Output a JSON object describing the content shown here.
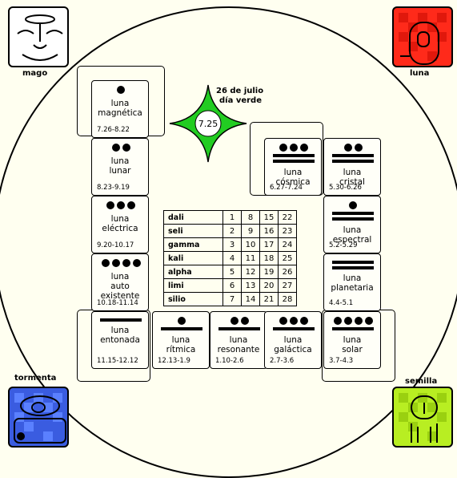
{
  "center_date": {
    "line1": "26 de julio",
    "line2": "día verde"
  },
  "star_value": "7.25",
  "colors": {
    "green": "#22cc22",
    "red": "#ff2a1a",
    "blue": "#3a5ce0",
    "yellow": "#b8ee22",
    "background": "#fffff0"
  },
  "corners": [
    {
      "label": "mago",
      "icon": "mago-glyph",
      "color": "#ffffff"
    },
    {
      "label": "luna",
      "icon": "luna-glyph",
      "color": "#ff2a1a"
    },
    {
      "label": "tormenta",
      "icon": "tormenta-glyph",
      "color": "#3a5ce0"
    },
    {
      "label": "semilla",
      "icon": "semilla-glyph",
      "color": "#b8ee22"
    }
  ],
  "moons": [
    {
      "name": "luna\nmagnética",
      "dates": "7.26-8.22",
      "dots": 1,
      "bars": 0
    },
    {
      "name": "luna\nlunar",
      "dates": "8.23-9.19",
      "dots": 2,
      "bars": 0
    },
    {
      "name": "luna\neléctrica",
      "dates": "9.20-10.17",
      "dots": 3,
      "bars": 0
    },
    {
      "name": "luna\nauto\nexistente",
      "dates": "10.18-11.14",
      "dots": 4,
      "bars": 0
    },
    {
      "name": "luna\nentonada",
      "dates": "11.15-12.12",
      "dots": 0,
      "bars": 1
    },
    {
      "name": "luna\nrítmica",
      "dates": "12.13-1.9",
      "dots": 1,
      "bars": 1
    },
    {
      "name": "luna\nresonante",
      "dates": "1.10-2.6",
      "dots": 2,
      "bars": 1
    },
    {
      "name": "luna\ngaláctica",
      "dates": "2.7-3.6",
      "dots": 3,
      "bars": 1
    },
    {
      "name": "luna\nsolar",
      "dates": "3.7-4.3",
      "dots": 4,
      "bars": 1
    },
    {
      "name": "luna\nplanetaria",
      "dates": "4.4-5.1",
      "dots": 0,
      "bars": 2
    },
    {
      "name": "luna\nespectral",
      "dates": "5.2-5.29",
      "dots": 1,
      "bars": 2
    },
    {
      "name": "luna\ncristal",
      "dates": "5.30-6.26",
      "dots": 2,
      "bars": 2
    },
    {
      "name": "luna\ncósmica",
      "dates": "6.27-7.24",
      "dots": 3,
      "bars": 2
    }
  ],
  "week": {
    "days": [
      "dali",
      "seli",
      "gamma",
      "kali",
      "alpha",
      "limi",
      "silio"
    ],
    "rows": [
      [
        "1",
        "8",
        "15",
        "22"
      ],
      [
        "2",
        "9",
        "16",
        "23"
      ],
      [
        "3",
        "10",
        "17",
        "24"
      ],
      [
        "4",
        "11",
        "18",
        "25"
      ],
      [
        "5",
        "12",
        "19",
        "26"
      ],
      [
        "6",
        "13",
        "20",
        "27"
      ],
      [
        "7",
        "14",
        "21",
        "28"
      ]
    ]
  }
}
